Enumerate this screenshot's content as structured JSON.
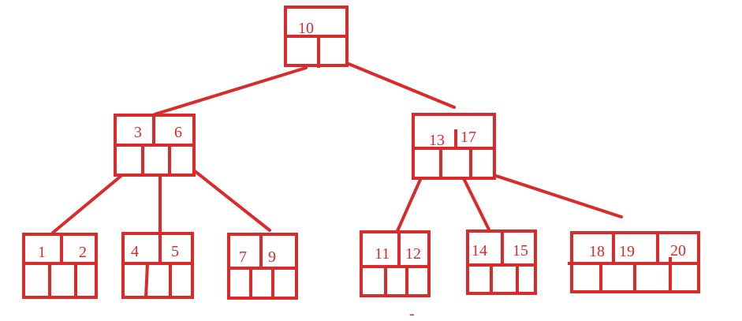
{
  "diagram": {
    "type": "b-tree",
    "line_color": "#d92b2b",
    "background": "#ffffff",
    "root": {
      "keys": [
        "10"
      ],
      "children": [
        {
          "keys": [
            "3",
            "6"
          ],
          "children": [
            {
              "keys": [
                "1",
                "2"
              ]
            },
            {
              "keys": [
                "4",
                "5"
              ]
            },
            {
              "keys": [
                "7",
                "9"
              ]
            }
          ]
        },
        {
          "keys": [
            "13",
            "17"
          ],
          "children": [
            {
              "keys": [
                "11",
                "12"
              ]
            },
            {
              "keys": [
                "14",
                "15"
              ]
            },
            {
              "keys": [
                "18",
                "19",
                "20"
              ]
            }
          ]
        }
      ]
    },
    "stray_mark": "-"
  }
}
